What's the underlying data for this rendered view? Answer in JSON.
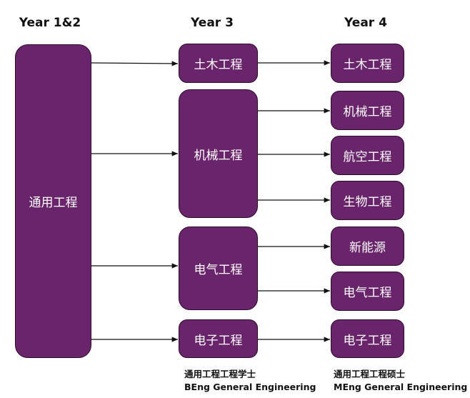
{
  "headers": {
    "y12": "Year 1&2",
    "y3": "Year 3",
    "y4": "Year 4"
  },
  "year12": {
    "label": "通用工程"
  },
  "year3": [
    "土木工程",
    "机械工程",
    "电气工程",
    "电子工程"
  ],
  "year4": [
    "土木工程",
    "机械工程",
    "航空工程",
    "生物工程",
    "新能源",
    "电气工程",
    "电子工程"
  ],
  "captions": {
    "beng_cn": "通用工程工程学士",
    "beng_en": "BEng General Engineering",
    "meng_cn": "通用工程工程硕士",
    "meng_en": "MEng General Engineering"
  },
  "colors": {
    "box": "#69246b"
  }
}
